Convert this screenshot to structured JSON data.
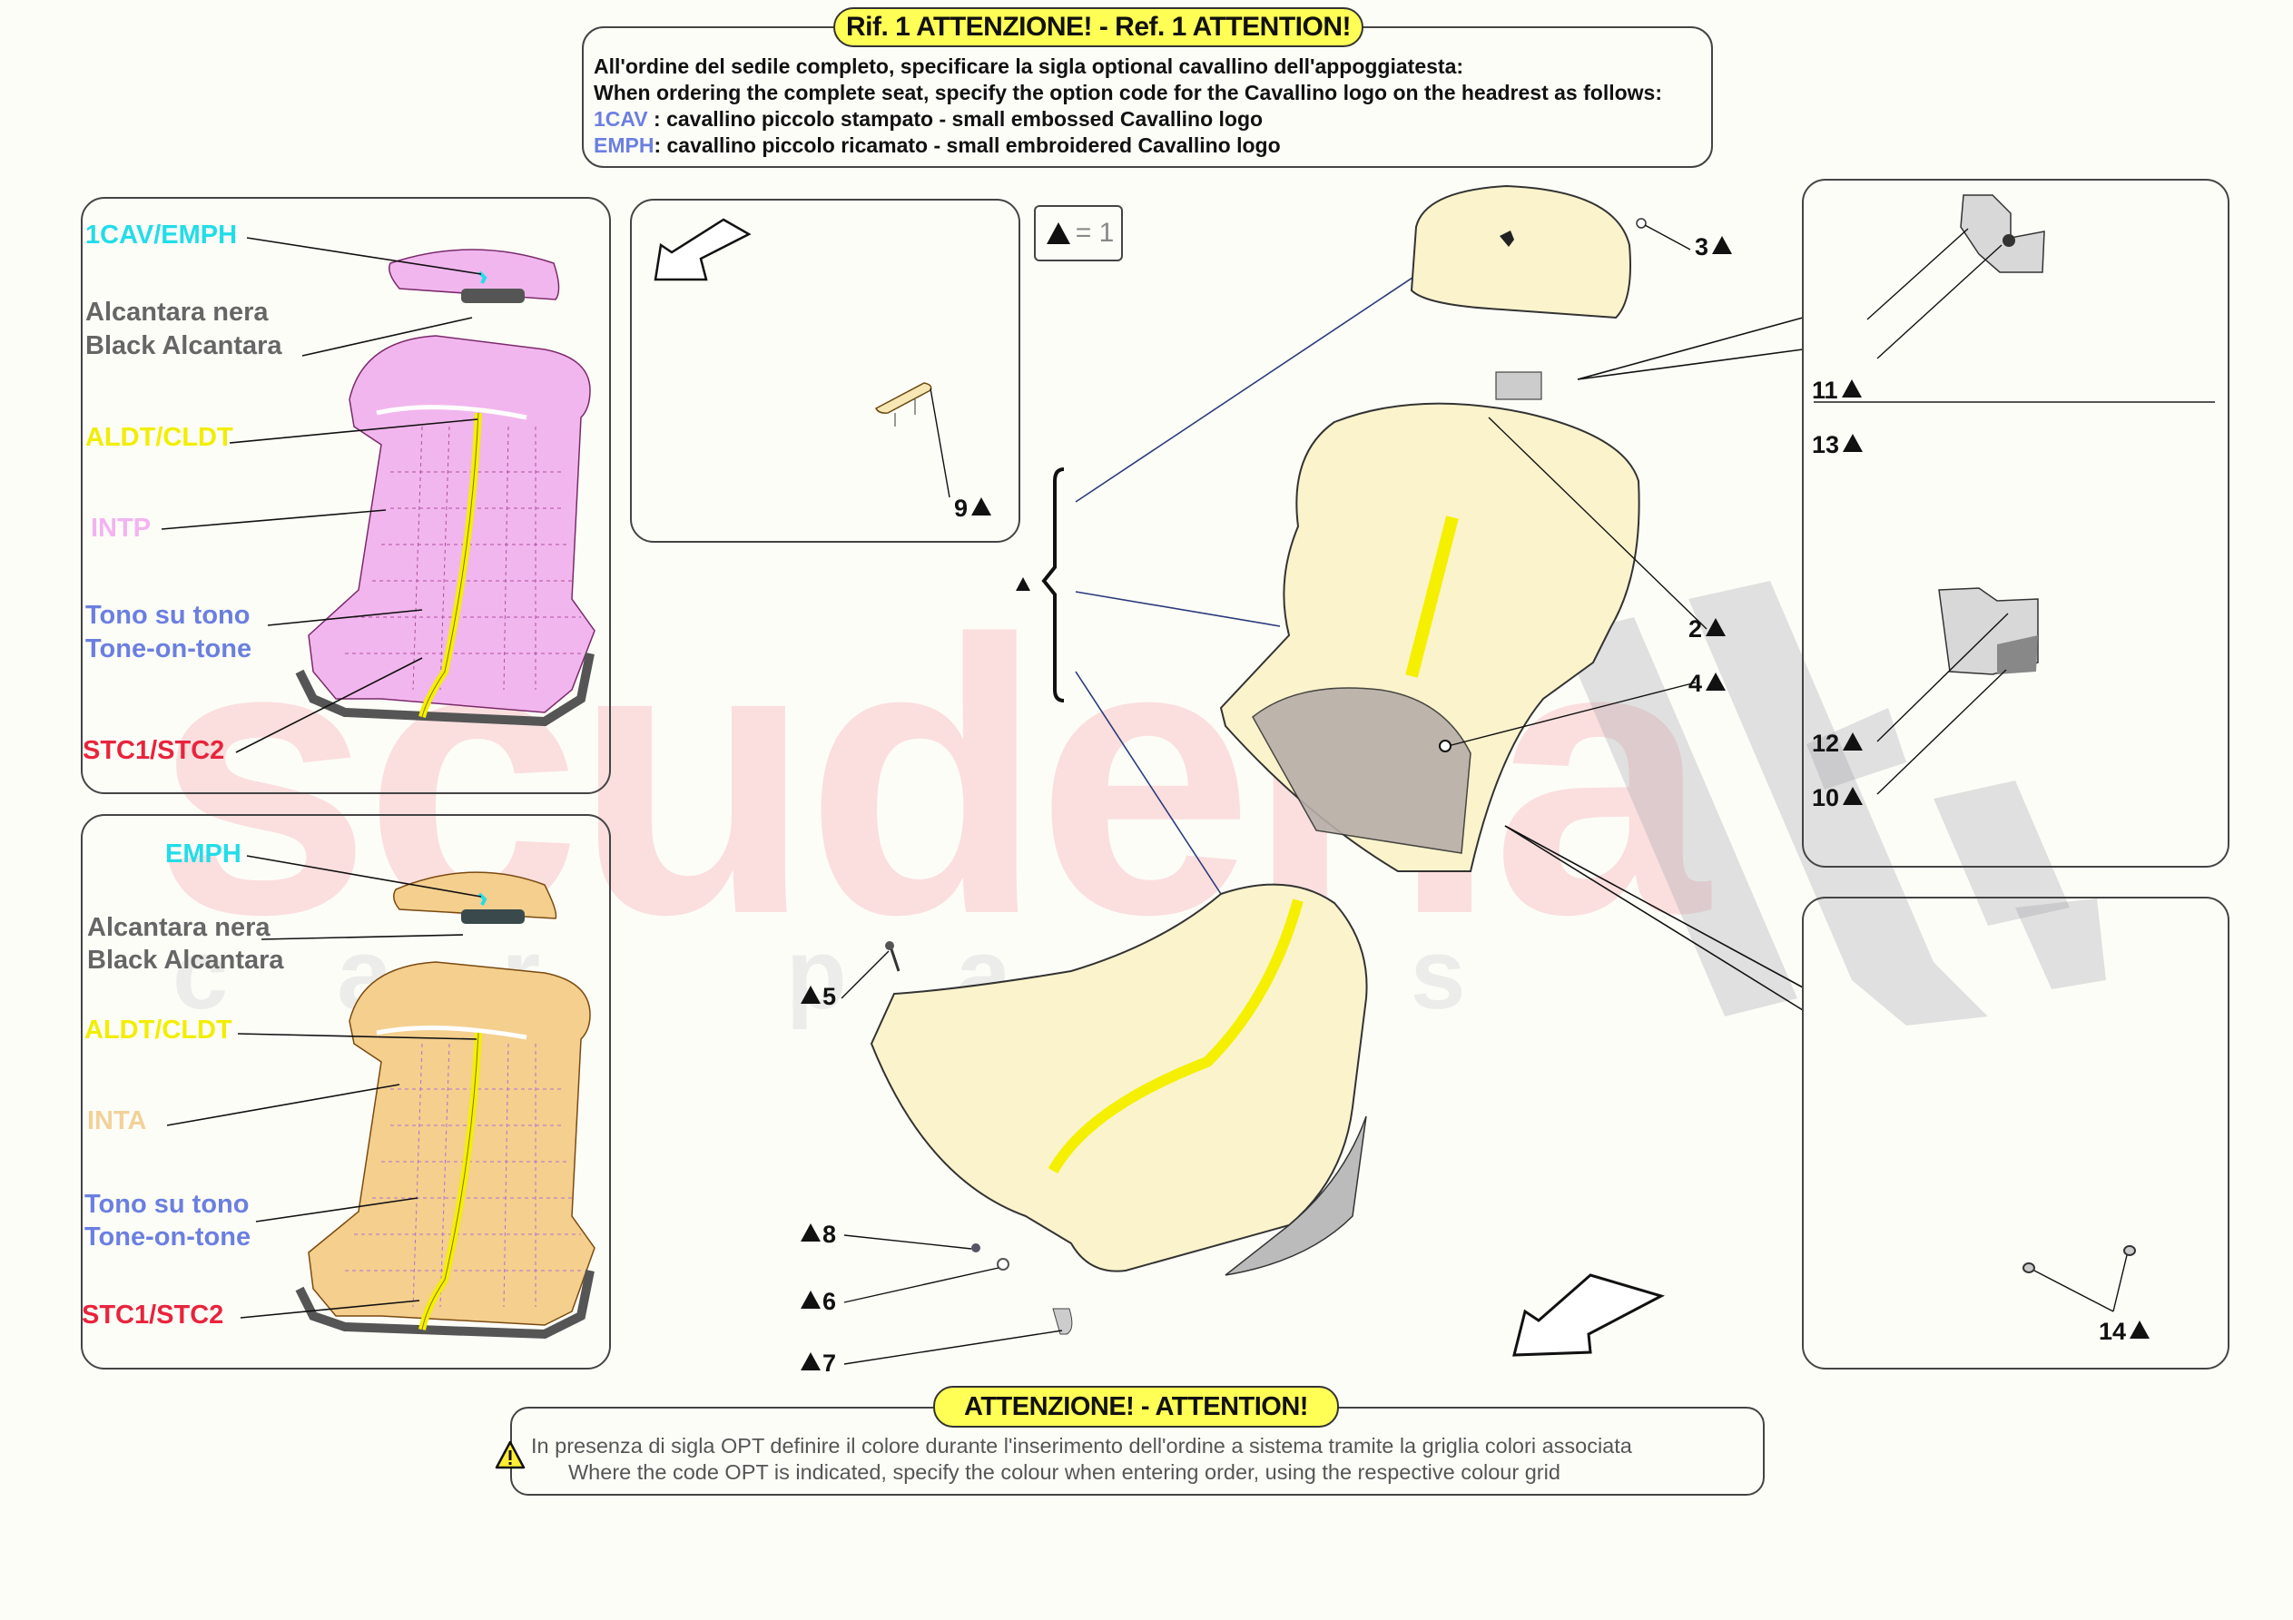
{
  "top_notice": {
    "title": "Rif. 1 ATTENZIONE! - Ref. 1 ATTENTION!",
    "line_it": "All'ordine del sedile completo, specificare la sigla optional cavallino dell'appoggiatesta:",
    "line_en": "When ordering the complete seat, specify the option code for the Cavallino logo on the headrest as follows:",
    "options": [
      {
        "code": "1CAV",
        "desc": " : cavallino piccolo stampato - small embossed Cavallino logo"
      },
      {
        "code": "EMPH",
        "desc": ": cavallino piccolo ricamato - small embroidered Cavallino logo"
      }
    ]
  },
  "legend_box": {
    "symbol": "▲",
    "equals": "= 1"
  },
  "left_panel_top": {
    "variant": "INTP",
    "labels": [
      {
        "text": "1CAV/EMPH",
        "color": "#22dde8"
      },
      {
        "text": "Alcantara nera",
        "color": "#666666"
      },
      {
        "text": "Black Alcantara",
        "color": "#666666"
      },
      {
        "text": "ALDT/CLDT",
        "color": "#f2ee00"
      },
      {
        "text": "INTP",
        "color": "#f2b4f0"
      },
      {
        "text": "Tono su tono",
        "color": "#6b7fe0"
      },
      {
        "text": "Tone-on-tone",
        "color": "#6b7fe0"
      },
      {
        "text": "STC1/STC2",
        "color": "#e8243c"
      }
    ],
    "seat_color": "#f2b6ee"
  },
  "left_panel_bottom": {
    "variant": "INTA",
    "labels": [
      {
        "text": "EMPH",
        "color": "#22dde8"
      },
      {
        "text": "Alcantara nera",
        "color": "#666666"
      },
      {
        "text": "Black Alcantara",
        "color": "#666666"
      },
      {
        "text": "ALDT/CLDT",
        "color": "#f2ee00"
      },
      {
        "text": "INTA",
        "color": "#f2d29a"
      },
      {
        "text": "Tono su tono",
        "color": "#6b7fe0"
      },
      {
        "text": "Tone-on-tone",
        "color": "#6b7fe0"
      },
      {
        "text": "STC1/STC2",
        "color": "#e8243c"
      }
    ],
    "seat_color": "#f4cf8e"
  },
  "part_refs": {
    "p2": "2",
    "p3": "3",
    "p4": "4",
    "p5": "5",
    "p6": "6",
    "p7": "7",
    "p8": "8",
    "p9": "9",
    "p10": "10",
    "p11": "11",
    "p12": "12",
    "p13": "13",
    "p14": "14"
  },
  "bottom_notice": {
    "title": "ATTENZIONE! - ATTENTION!",
    "line_it": "In presenza di sigla OPT definire il colore durante l'inserimento dell'ordine a sistema tramite la griglia colori associata",
    "line_en": "Where the code OPT is indicated, specify the colour when entering order, using the respective colour grid",
    "icon": "warning-icon"
  },
  "watermark": {
    "main": "scuderia",
    "sub": "car parts"
  },
  "colors": {
    "accent_yellow": "#ffff55",
    "seat_cream": "#fbf3cc",
    "stripe_yellow": "#f4f000"
  }
}
